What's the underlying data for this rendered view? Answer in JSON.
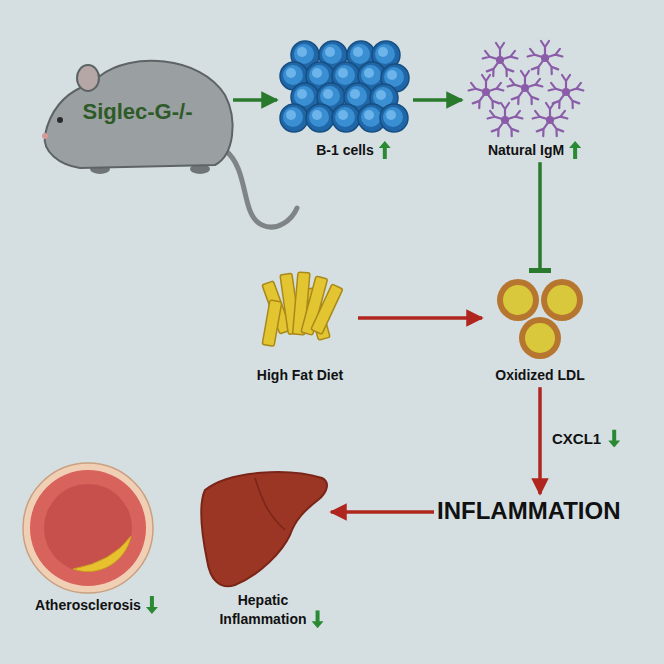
{
  "diagram": {
    "nodes": [
      {
        "text": [
          "Siglec-G-/-"
        ]
      },
      {
        "text": [
          "B-1 cells"
        ]
      },
      {
        "text": [
          "Natural IgM"
        ]
      },
      {
        "text": [
          "High Fat Diet"
        ]
      },
      {
        "text": [
          "Oxidized LDL"
        ]
      },
      {
        "text": [
          "INFLAMMATION"
        ]
      },
      {
        "text": [
          "Atherosclerosis"
        ]
      },
      {
        "text": [
          "Hepatic Inflammation"
        ]
      }
    ],
    "edges": [
      {
        "from": 0,
        "to": 1,
        "arrow": "to"
      },
      {
        "from": 1,
        "to": 2,
        "arrow": "to"
      },
      {
        "from": 2,
        "to": 4,
        "arrow": "to"
      },
      {
        "from": 3,
        "to": 4,
        "arrow": "to"
      },
      {
        "from": 4,
        "to": 5,
        "label": "CXCL1",
        "arrow": "to"
      },
      {
        "from": 5,
        "to": 7,
        "arrow": "to"
      }
    ]
  }
}
